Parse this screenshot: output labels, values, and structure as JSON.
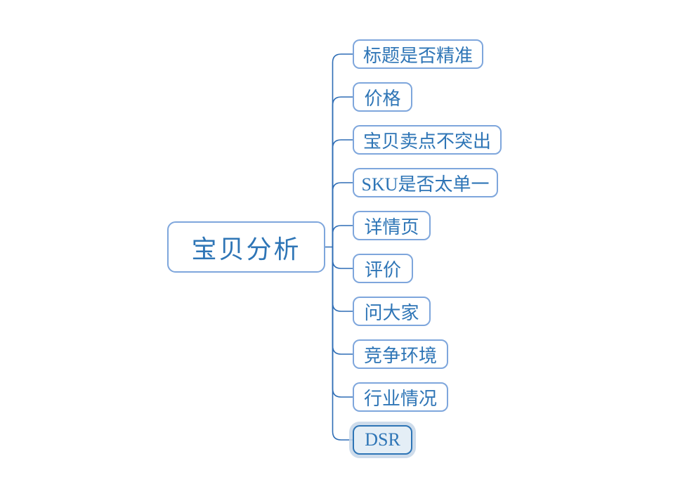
{
  "root": {
    "label": "宝贝分析"
  },
  "nodes": [
    {
      "id": "title-accuracy",
      "label": "标题是否精准",
      "selected": false
    },
    {
      "id": "price",
      "label": "价格",
      "selected": false
    },
    {
      "id": "selling-points",
      "label": "宝贝卖点不突出",
      "selected": false
    },
    {
      "id": "sku-variety",
      "label": "SKU是否太单一",
      "selected": false
    },
    {
      "id": "detail-page",
      "label": "详情页",
      "selected": false
    },
    {
      "id": "reviews",
      "label": "评价",
      "selected": false
    },
    {
      "id": "ask-everyone",
      "label": "问大家",
      "selected": false
    },
    {
      "id": "competition",
      "label": "竞争环境",
      "selected": false
    },
    {
      "id": "industry-status",
      "label": "行业情况",
      "selected": false
    },
    {
      "id": "dsr",
      "label": "DSR",
      "selected": true
    }
  ],
  "colors": {
    "background": "#ffffff",
    "connector": "#2E6DB5",
    "node_border": "#7EA6DC",
    "node_text": "#2E75B6",
    "selected_fill": "#E4EEF6",
    "selected_border": "#2E75B6",
    "selection_halo": "rgba(197, 214, 231, 0.85)"
  }
}
